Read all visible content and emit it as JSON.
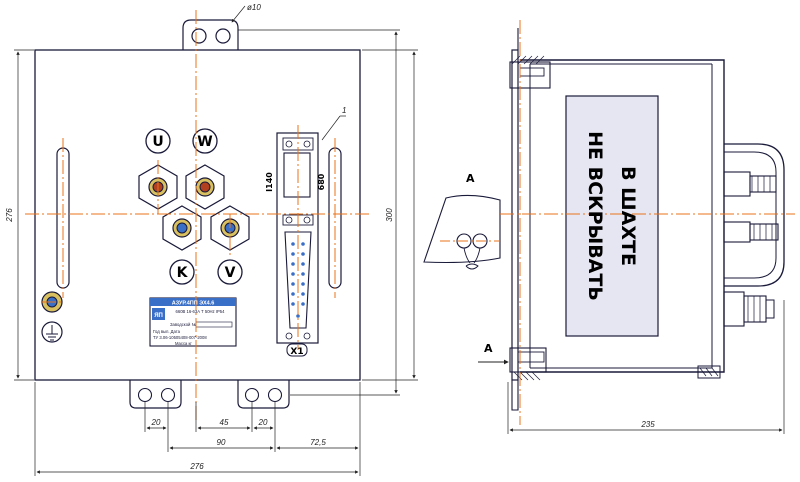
{
  "front_view": {
    "terminals": [
      "U",
      "W",
      "K",
      "V"
    ],
    "callout": "1",
    "connector": "X1",
    "side_marks": [
      "I140",
      "680"
    ],
    "nameplate": {
      "title": "АЗУР.4ПП ЭХ4.6",
      "line1": "660В 16-63А Т 50Нz  IP54",
      "line2": "Заводской №",
      "line3": "Год вып.  Дата",
      "line4": "ТУ 3.06-10505408-007-2008",
      "line5": "Масса   кг",
      "logo": "ЯП"
    },
    "dims": {
      "hole": "ø10",
      "height_left": "276",
      "height_right": "300",
      "d20a": "20",
      "d45": "45",
      "d20b": "20",
      "d90": "90",
      "d725": "72,5",
      "width": "276"
    }
  },
  "view_a": {
    "label": "A"
  },
  "side_view": {
    "warning_line1": "В ШАХТЕ",
    "warning_line2": "НЕ ВСКРЫВАТЬ",
    "arrow_label": "A",
    "depth": "235"
  },
  "colors": {
    "line": "#1a1a3a",
    "centerline": "#e8741c",
    "warning_fill": "#e6e6f2",
    "brass": "#d8c060",
    "nameplate_blue": "#3a6fc8"
  }
}
